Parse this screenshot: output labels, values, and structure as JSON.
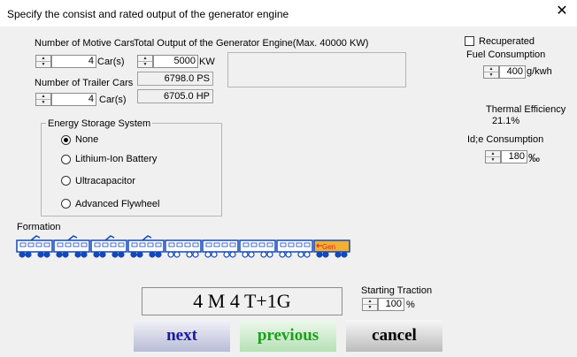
{
  "window": {
    "title": "Specify the consist and rated output of the generator engine",
    "close_symbol": "✕"
  },
  "motive": {
    "label": "Number of Motive Cars",
    "value": "4",
    "unit": "Car(s)"
  },
  "trailer": {
    "label": "Number of Trailer Cars",
    "value": "4",
    "unit": "Car(s)"
  },
  "output": {
    "label": "Total Output of the Generator Engine(Max. 40000 KW)",
    "value": "5000",
    "unit": "KW",
    "ps": "6798.0 PS",
    "hp": "6705.0 HP"
  },
  "energy_storage": {
    "legend": "Energy Storage System",
    "options": [
      "None",
      "Lithium-Ion Battery",
      "Ultracapacitor",
      "Advanced Flywheel"
    ],
    "selected": "None"
  },
  "recuperated": {
    "label": "Recuperated",
    "checked": false
  },
  "fuel": {
    "label": "Fuel Consumption",
    "value": "400",
    "unit": "g/kwh"
  },
  "thermal": {
    "label": "Thermal Efficiency",
    "value": "21.1%"
  },
  "idle": {
    "label": "Id;e Consumption",
    "value": "180",
    "unit": "‰"
  },
  "formation": {
    "label": "Formation",
    "cars": [
      "motive",
      "motive",
      "motive",
      "motive",
      "trailer",
      "trailer",
      "trailer",
      "trailer",
      "generator"
    ],
    "generator_label": "Gen",
    "result": "4 M 4 T+1G"
  },
  "traction": {
    "label": "Starting Traction",
    "value": "100",
    "unit": "%"
  },
  "buttons": {
    "next": "next",
    "previous": "previous",
    "cancel": "cancel"
  },
  "colors": {
    "car_blue": "#1448b8",
    "generator_orange": "#f2b035",
    "generator_arrow": "#e02020"
  }
}
